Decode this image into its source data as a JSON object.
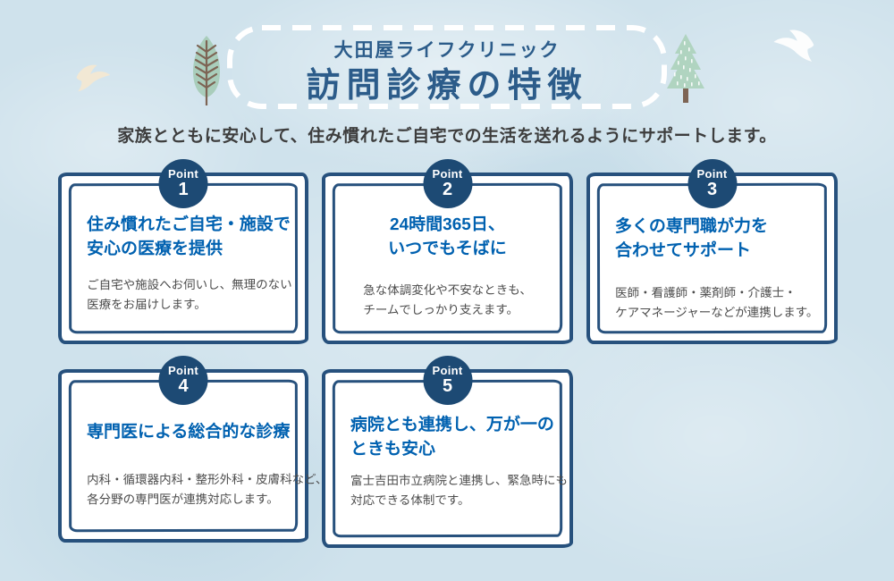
{
  "header": {
    "clinic_name": "大田屋ライフクリニック",
    "title": "訪問診療の特徴",
    "subtitle": "家族とともに安心して、住み慣れたご自宅での生活を送れるようにサポートします。"
  },
  "point_label": "Point",
  "cards": [
    {
      "number": "1",
      "title": [
        "住み慣れたご自宅・施設で",
        "安心の医療を提供"
      ],
      "body": [
        "ご自宅や施設へお伺いし、無理のない",
        "医療をお届けします。"
      ]
    },
    {
      "number": "2",
      "title": [
        "24時間365日、",
        "いつでもそばに"
      ],
      "body": [
        "急な体調変化や不安なときも、",
        "チームでしっかり支えます。"
      ]
    },
    {
      "number": "3",
      "title": [
        "多くの専門職が力を",
        "合わせてサポート"
      ],
      "body": [
        "医師・看護師・薬剤師・介護士・",
        "ケアマネージャーなどが連携します。"
      ]
    },
    {
      "number": "4",
      "title": [
        "専門医による総合的な診療"
      ],
      "body": [
        "内科・循環器内科・整形外科・皮膚科など、",
        "各分野の専門医が連携対応します。"
      ]
    },
    {
      "number": "5",
      "title": [
        "病院とも連携し、万が一の",
        "ときも安心"
      ],
      "body": [
        "富士吉田市立病院と連携し、緊急時にも",
        "対応できる体制です。"
      ]
    }
  ],
  "icons": {
    "left_bird": "bird-icon",
    "left_tree": "leaf-tree-icon",
    "right_tree": "pine-tree-icon",
    "right_bird": "bird-icon"
  },
  "colors": {
    "background": "#cfe2ec",
    "navy": "#27517d",
    "badge_navy": "#1d4a74",
    "title_navy": "#2c5c8a",
    "heading_blue": "#0061b0",
    "body_gray": "#4c4c4c",
    "card_bg": "#ffffff",
    "dash_white": "#ffffff",
    "tree_green": "#a9cdbb",
    "pine_green": "#b0d4c0",
    "trunk_brown": "#7d6454",
    "bird_cream": "#f2e8d4",
    "bird_white": "#fcfdfd"
  }
}
